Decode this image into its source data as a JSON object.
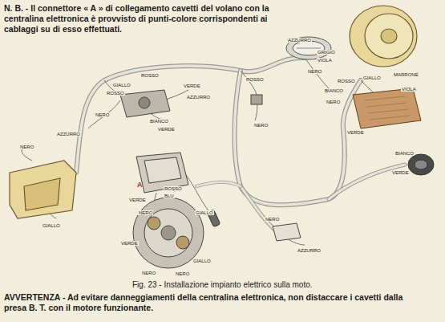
{
  "diagram": {
    "caption": "Fig. 23 - Installazione impianto elettrico sulla moto.",
    "labels": [
      "N. B. - Il connettore « A » di collegamento cavetti del volano con la centralina elettronica è provvisto di punti-colore corrispondenti ai cablaggi su di esso effettuati.",
      "AZZURRO",
      "GRIGIO",
      "VIOLA",
      "NERO",
      "ROSSO",
      "GIALLO",
      "MARRONE",
      "BIANCO",
      "VIOLA",
      "NERO",
      "VERDE",
      "BIANCO",
      "VERDE",
      "ROSSO",
      "GIALLO",
      "ROSSO",
      "VERDE",
      "AZZURRO",
      "NERO",
      "BIANCO",
      "VERDE",
      "ROSSO",
      "NERO",
      "NERO",
      "AZZURRO",
      "GIALLO",
      "A",
      "ROSSO",
      "BLU",
      "VERDE",
      "NERO",
      "GIALLO",
      "VERDE",
      "NERO",
      "NERO",
      "GIALLO",
      "NERO",
      "AZZURRO",
      "AVVERTENZA - Ad evitare danneggiamenti della centralina elettronica, non distaccare i cavetti dalla presa B. T. con il motore funzionante."
    ]
  }
}
